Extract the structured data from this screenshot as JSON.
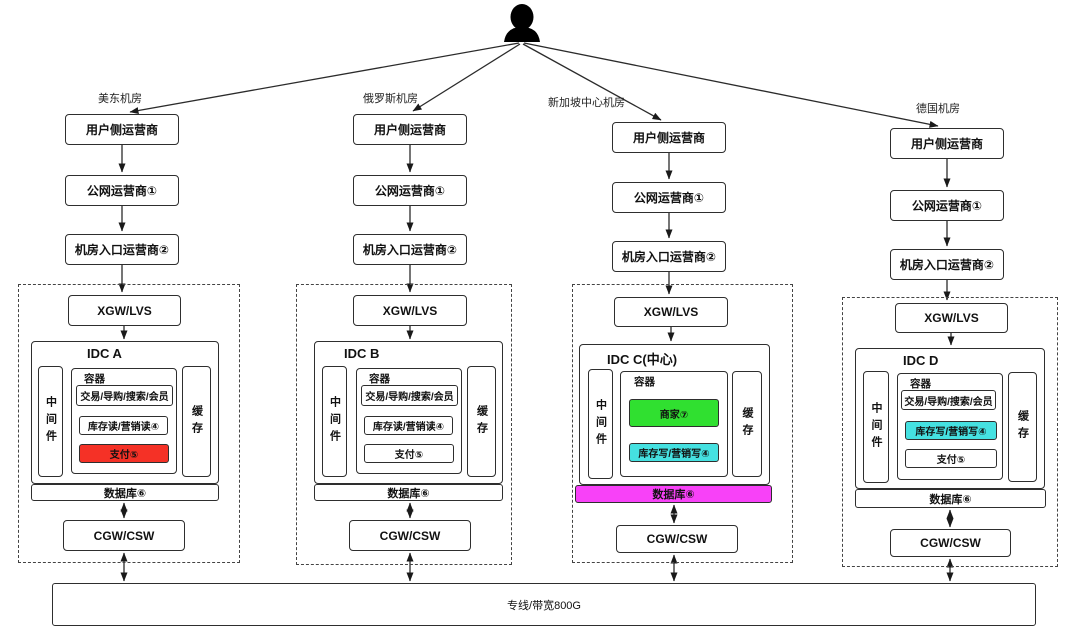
{
  "person": {
    "icon": "user-silhouette"
  },
  "backbone": {
    "label": "专线/带宽800G"
  },
  "colors": {
    "red": "#f53126",
    "green": "#30e030",
    "cyan": "#45e1e1",
    "magenta": "#f841f8",
    "box_border": "#2e2e2e"
  },
  "columns": [
    {
      "region": "美东机房",
      "user_isp": "用户侧运营商",
      "public_isp": "公网运营商①",
      "entrance_isp": "机房入口运营商②",
      "gateway": "XGW/LVS",
      "idc": {
        "title": "IDC A",
        "middleware": "中间件",
        "container": "容器",
        "cache": "缓存",
        "services": [
          {
            "label": "交易/导购/搜索/会员",
            "bg": "#ffffff"
          },
          {
            "label": "库存读/营销读④",
            "bg": "#ffffff"
          },
          {
            "label": "支付⑤",
            "bg": "#f53126"
          }
        ]
      },
      "database": {
        "label": "数据库⑥",
        "bg": "#ffffff"
      },
      "core_switch": "CGW/CSW"
    },
    {
      "region": "俄罗斯机房",
      "user_isp": "用户侧运营商",
      "public_isp": "公网运营商①",
      "entrance_isp": "机房入口运营商②",
      "gateway": "XGW/LVS",
      "idc": {
        "title": "IDC B",
        "middleware": "中间件",
        "container": "容器",
        "cache": "缓存",
        "services": [
          {
            "label": "交易/导购/搜索/会员",
            "bg": "#ffffff"
          },
          {
            "label": "库存读/营销读④",
            "bg": "#ffffff"
          },
          {
            "label": "支付⑤",
            "bg": "#ffffff"
          }
        ]
      },
      "database": {
        "label": "数据库⑥",
        "bg": "#ffffff"
      },
      "core_switch": "CGW/CSW"
    },
    {
      "region": "新加坡中心机房",
      "user_isp": "用户侧运营商",
      "public_isp": "公网运营商①",
      "entrance_isp": "机房入口运营商②",
      "gateway": "XGW/LVS",
      "idc": {
        "title": "IDC C(中心)",
        "middleware": "中间件",
        "container": "容器",
        "cache": "缓存",
        "services": [
          {
            "label": "商家⑦",
            "bg": "#30e030"
          },
          {
            "label": "库存写/营销写④",
            "bg": "#45e1e1"
          }
        ]
      },
      "database": {
        "label": "数据库⑥",
        "bg": "#f841f8"
      },
      "core_switch": "CGW/CSW"
    },
    {
      "region": "德国机房",
      "user_isp": "用户侧运营商",
      "public_isp": "公网运营商①",
      "entrance_isp": "机房入口运营商②",
      "gateway": "XGW/LVS",
      "idc": {
        "title": "IDC D",
        "middleware": "中间件",
        "container": "容器",
        "cache": "缓存",
        "services": [
          {
            "label": "交易/导购/搜索/会员",
            "bg": "#ffffff"
          },
          {
            "label": "库存写/营销写④",
            "bg": "#45e1e1"
          },
          {
            "label": "支付⑤",
            "bg": "#ffffff"
          }
        ]
      },
      "database": {
        "label": "数据库⑥",
        "bg": "#ffffff"
      },
      "core_switch": "CGW/CSW"
    }
  ]
}
